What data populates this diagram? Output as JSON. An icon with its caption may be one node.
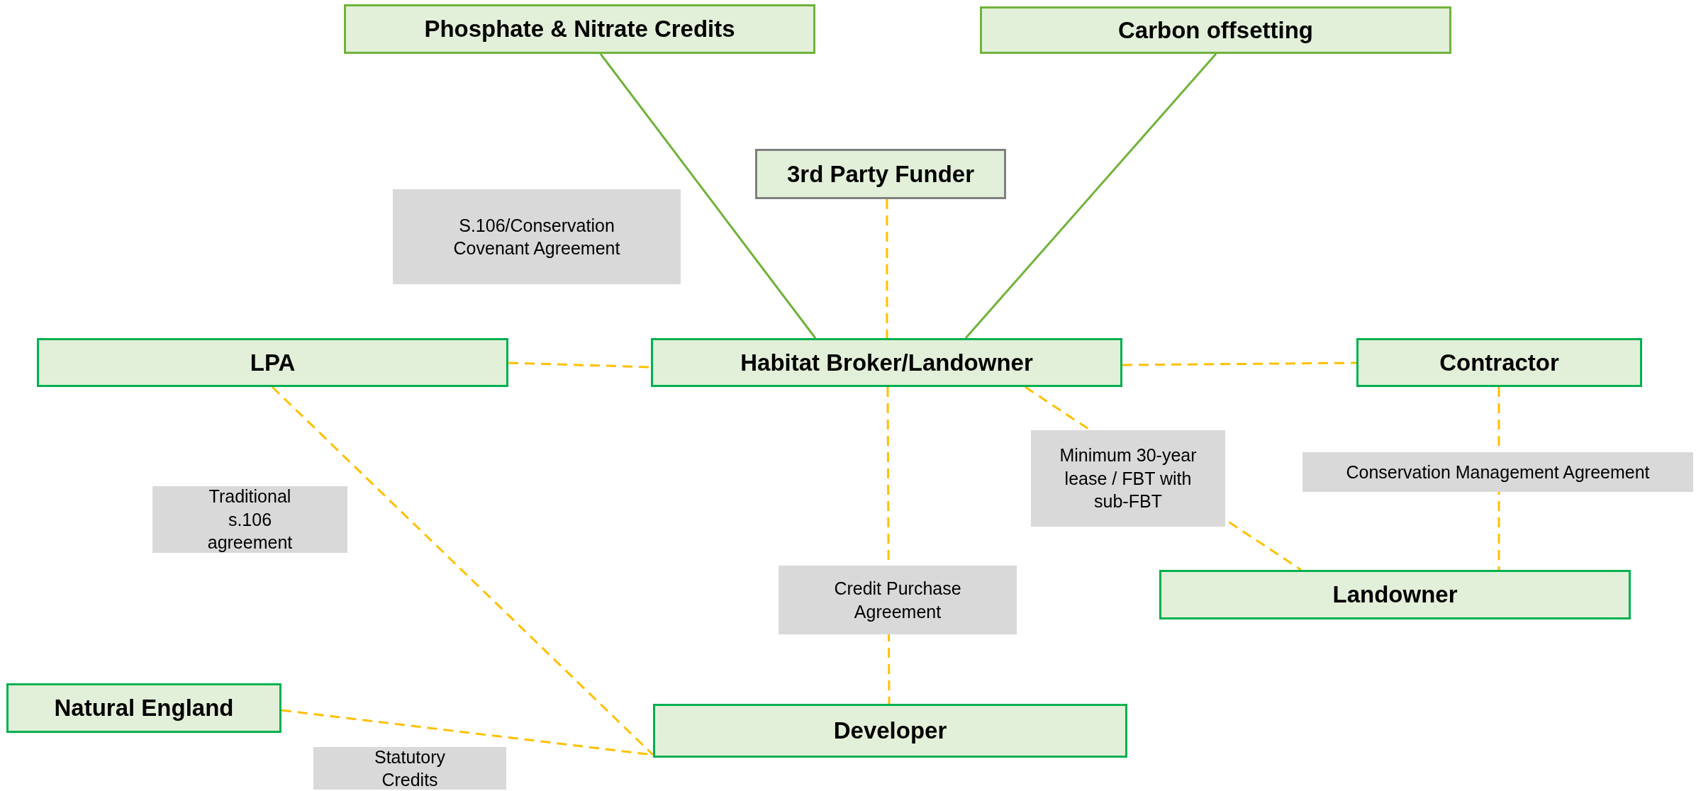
{
  "diagram": {
    "nodes": [
      {
        "text": [
          "Phosphate & Nitrate Credits"
        ]
      },
      {
        "text": [
          "Carbon offsetting"
        ]
      },
      {
        "text": [
          "3rd Party Funder"
        ]
      },
      {
        "text": [
          "LPA"
        ]
      },
      {
        "text": [
          "Habitat Broker/Landowner"
        ]
      },
      {
        "text": [
          "Contractor"
        ]
      },
      {
        "text": [
          "Landowner"
        ]
      },
      {
        "text": [
          "Natural England"
        ]
      },
      {
        "text": [
          "Developer"
        ]
      }
    ],
    "edges": [
      {
        "from": 0,
        "to": 4,
        "arrow": "none",
        "color": "#70b33c"
      },
      {
        "from": 1,
        "to": 4,
        "arrow": "none",
        "color": "#70b33c"
      },
      {
        "from": 2,
        "to": 4,
        "arrow": "none",
        "style": "dashed"
      },
      {
        "from": 3,
        "to": 4,
        "arrow": "none",
        "style": "dashed"
      },
      {
        "from": 4,
        "to": 5,
        "arrow": "none",
        "style": "dashed"
      },
      {
        "from": 4,
        "to": 6,
        "arrow": "none",
        "style": "dashed",
        "label": "Minimum 30-year lease / FBT with sub-FBT"
      },
      {
        "from": 5,
        "to": 6,
        "arrow": "none",
        "style": "dashed",
        "label": "Conservation Management Agreement"
      },
      {
        "from": 4,
        "to": 8,
        "arrow": "none",
        "style": "dashed",
        "label": "Credit Purchase Agreement"
      },
      {
        "from": 3,
        "to": 8,
        "arrow": "none",
        "style": "dashed"
      },
      {
        "from": 7,
        "to": 8,
        "arrow": "none",
        "style": "dashed"
      }
    ],
    "labels": [
      "S.106/Conservation Covenant Agreement",
      "Traditional s.106 agreement",
      "Statutory Credits"
    ]
  }
}
